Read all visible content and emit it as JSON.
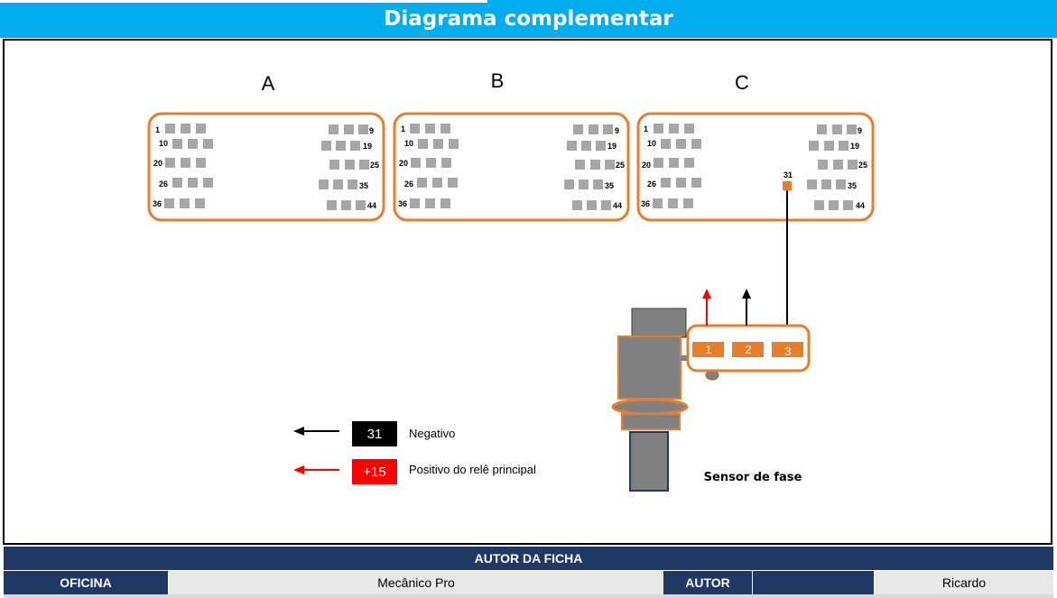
{
  "header": {
    "title": "Diagrama complementar"
  },
  "connectors": [
    {
      "letter": "A",
      "pins": {
        "r1_left": "1",
        "r1_right": "9",
        "r2_left": "10",
        "r2_right": "19",
        "r3_left": "20",
        "r3_right": "25",
        "r4_left": "26",
        "r4_right": "35",
        "r5_left": "36",
        "r5_right": "44"
      }
    },
    {
      "letter": "B",
      "pins": {
        "r1_left": "1",
        "r1_right": "9",
        "r2_left": "10",
        "r2_right": "19",
        "r3_left": "20",
        "r3_right": "25",
        "r4_left": "26",
        "r4_right": "35",
        "r5_left": "36",
        "r5_right": "44"
      }
    },
    {
      "letter": "C",
      "pins": {
        "r1_left": "1",
        "r1_right": "9",
        "r2_left": "10",
        "r2_right": "19",
        "r3_left": "20",
        "r3_right": "25",
        "r4_left": "26",
        "r4_right": "35",
        "r5_left": "36",
        "r5_right": "44"
      },
      "wired_pin": "31"
    }
  ],
  "sensor": {
    "label": "Sensor de fase",
    "terminals": [
      "1",
      "2",
      "3"
    ]
  },
  "legend": [
    {
      "code": "31",
      "description": "Negativo",
      "color": "#000000",
      "arrow": "black-arrow-icon"
    },
    {
      "code": "+15",
      "description": "Positivo do relê principal",
      "color": "#ff0000",
      "arrow": "red-arrow-icon"
    }
  ],
  "colors": {
    "title_bar": "#00aeef",
    "connector_outline": "#e87d2a",
    "pin": "#a6a6a6",
    "footer": "#1f3864"
  },
  "footer": {
    "title": "AUTOR DA FICHA",
    "workshop_label": "OFICINA",
    "workshop_value": "Mecânico Pro",
    "author_label": "AUTOR",
    "author_value": "Ricardo"
  }
}
